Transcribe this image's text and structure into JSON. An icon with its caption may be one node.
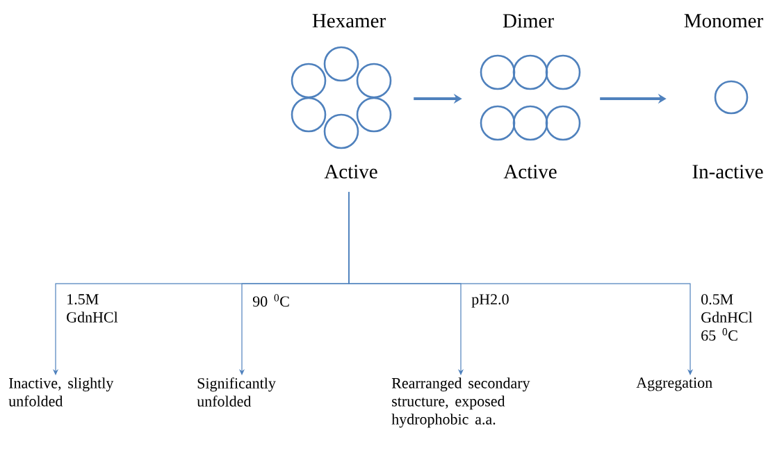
{
  "diagram": {
    "nodes": [
      {
        "text": [
          "Hexamer",
          "Active"
        ]
      },
      {
        "text": [
          "Dimer",
          "Active"
        ]
      },
      {
        "text": [
          "Monomer",
          "In-active"
        ]
      },
      {
        "text": [
          "Inactive, slightly unfolded"
        ]
      },
      {
        "text": [
          "Significantly unfolded"
        ]
      },
      {
        "text": [
          "Rearranged secondary structure, exposed hydrophobic a.a."
        ]
      },
      {
        "text": [
          "Aggregation"
        ]
      }
    ],
    "edges": [
      {
        "from": 0,
        "to": 1,
        "arrow": "to",
        "style": "thick"
      },
      {
        "from": 1,
        "to": 2,
        "arrow": "to",
        "style": "thick"
      },
      {
        "from": 0,
        "to": 3,
        "arrow": "to",
        "label": "1.5M GdnHCl"
      },
      {
        "from": 0,
        "to": 4,
        "arrow": "to",
        "label": "90 $^{0}$C"
      },
      {
        "from": 0,
        "to": 5,
        "arrow": "to",
        "label": "pH2.0"
      },
      {
        "from": 0,
        "to": 6,
        "arrow": "to",
        "label": "0.5M GdnHCl 65 $^{0}$C"
      }
    ]
  }
}
